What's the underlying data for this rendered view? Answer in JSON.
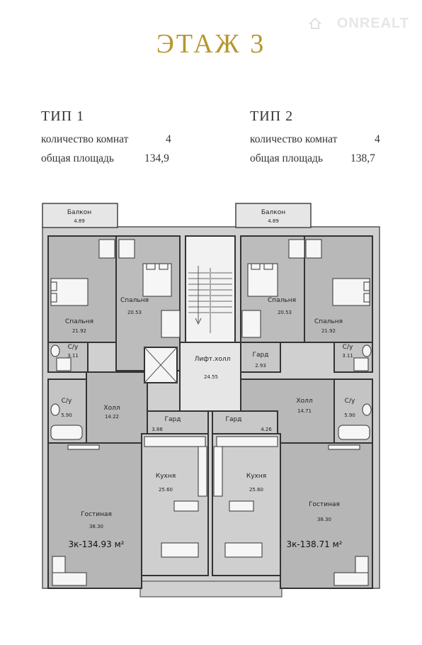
{
  "title": "ЭТАЖ 3",
  "watermark": "ONREALT",
  "colors": {
    "title": "#b8962e",
    "wall": "#333333",
    "room_fill": "#b8b8b8",
    "light_fill": "#e8e8e8"
  },
  "types": [
    {
      "name": "ТИП 1",
      "rooms_label": "количество комнат",
      "rooms_value": "4",
      "area_label": "общая площадь",
      "area_value": "134,9"
    },
    {
      "name": "ТИП 2",
      "rooms_label": "количество комнат",
      "rooms_value": "4",
      "area_label": "общая площадь",
      "area_value": "138,7"
    }
  ],
  "plan": {
    "left_unit": {
      "balcony": {
        "name": "Балкон",
        "area": "4.89"
      },
      "bedroom_1": {
        "name": "Спальня",
        "area": "21.92"
      },
      "bedroom_2": {
        "name": "Спальня",
        "area": "20.53"
      },
      "bath_1": {
        "name": "С/у",
        "area": "3.11"
      },
      "bath_2": {
        "name": "С/у",
        "area": "5.90"
      },
      "hall": {
        "name": "Холл",
        "area": "14.22"
      },
      "wardrobe": {
        "name": "Гард",
        "area": "3.88"
      },
      "kitchen": {
        "name": "Кухня",
        "area": "25.60"
      },
      "living": {
        "name": "Гостиная",
        "area": "38.30"
      },
      "total": "3к-134.93 м²"
    },
    "right_unit": {
      "balcony": {
        "name": "Балкон",
        "area": "4.89"
      },
      "bedroom_1": {
        "name": "Спальня",
        "area": "20.53"
      },
      "bedroom_2": {
        "name": "Спальня",
        "area": "21.92"
      },
      "wardrobe_1": {
        "name": "Гард",
        "area": "2.93"
      },
      "bath_1": {
        "name": "С/у",
        "area": "3.11"
      },
      "bath_2": {
        "name": "С/у",
        "area": "5.90"
      },
      "hall": {
        "name": "Холл",
        "area": "14.71"
      },
      "wardrobe_2": {
        "name": "Гард",
        "area": "4.26"
      },
      "kitchen": {
        "name": "Кухня",
        "area": "25.60"
      },
      "living": {
        "name": "Гостиная",
        "area": "38.30"
      },
      "total": "3к-138.71 м²"
    },
    "lift_hall": {
      "name": "Лифт.холл",
      "area": "24.55"
    }
  }
}
